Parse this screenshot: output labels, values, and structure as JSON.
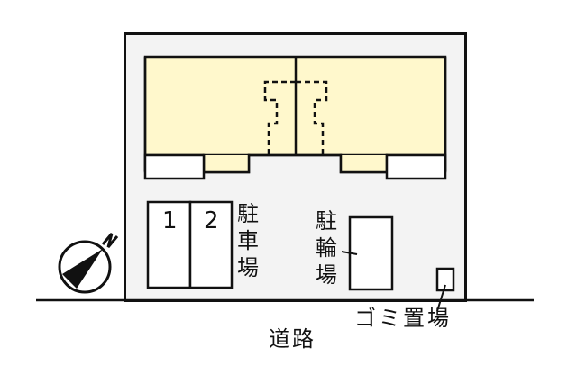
{
  "diagram": {
    "type": "site-plan",
    "colors": {
      "lot_fill": "#f3f3f3",
      "building_fill": "#fff8cc",
      "stroke": "#111111",
      "white_box": "#ffffff"
    },
    "parking": {
      "label_chars": [
        "駐",
        "車",
        "場"
      ],
      "spaces": [
        {
          "number": "1"
        },
        {
          "number": "2"
        }
      ]
    },
    "bicycle_parking": {
      "label_chars": [
        "駐",
        "輪",
        "場"
      ]
    },
    "garbage": {
      "label": "ゴミ置場"
    },
    "road": {
      "label": "道路"
    },
    "compass": {
      "north_label": "N"
    }
  }
}
